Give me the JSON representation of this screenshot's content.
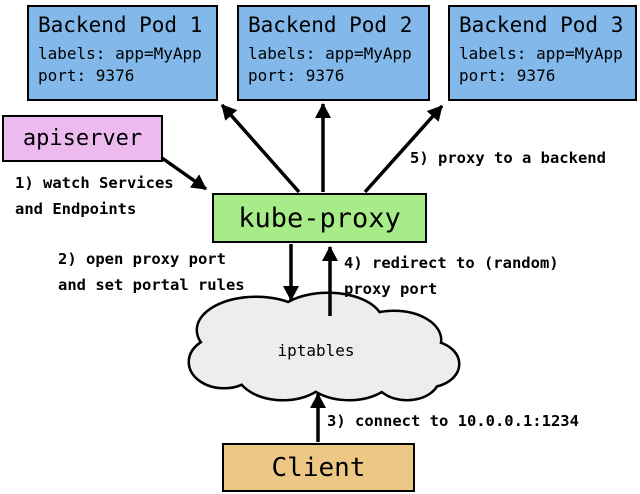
{
  "nodes": {
    "pod1": {
      "title": "Backend Pod 1",
      "labels": "labels: app=MyApp",
      "port": "port: 9376"
    },
    "pod2": {
      "title": "Backend Pod 2",
      "labels": "labels: app=MyApp",
      "port": "port: 9376"
    },
    "pod3": {
      "title": "Backend Pod 3",
      "labels": "labels: app=MyApp",
      "port": "port: 9376"
    },
    "apiserver": {
      "title": "apiserver"
    },
    "kube_proxy": {
      "title": "kube-proxy"
    },
    "iptables": {
      "title": "iptables"
    },
    "client": {
      "title": "Client"
    }
  },
  "annotations": {
    "step1": "1) watch Services\nand Endpoints",
    "step2": "2) open proxy port\nand set portal rules",
    "step3": "3) connect to 10.0.0.1:1234",
    "step4": "4) redirect to (random)\nproxy port",
    "step5": "5) proxy to a backend"
  },
  "edges": [
    {
      "from": "apiserver",
      "to": "kube_proxy",
      "label": "step1"
    },
    {
      "from": "kube_proxy",
      "to": "pod1",
      "label": "step5"
    },
    {
      "from": "kube_proxy",
      "to": "pod2",
      "label": "step5"
    },
    {
      "from": "kube_proxy",
      "to": "pod3",
      "label": "step5"
    },
    {
      "from": "kube_proxy",
      "to": "iptables",
      "label": "step2"
    },
    {
      "from": "iptables",
      "to": "kube_proxy",
      "label": "step4"
    },
    {
      "from": "client",
      "to": "iptables",
      "label": "step3"
    }
  ],
  "colors": {
    "pod_fill": "#82B8EA",
    "apiserver_fill": "#EDBAF0",
    "kube_proxy_fill": "#A8EC89",
    "client_fill": "#EDC884",
    "cloud_fill": "#EDEDED",
    "line": "#000000",
    "background": "#FFFFFF"
  }
}
